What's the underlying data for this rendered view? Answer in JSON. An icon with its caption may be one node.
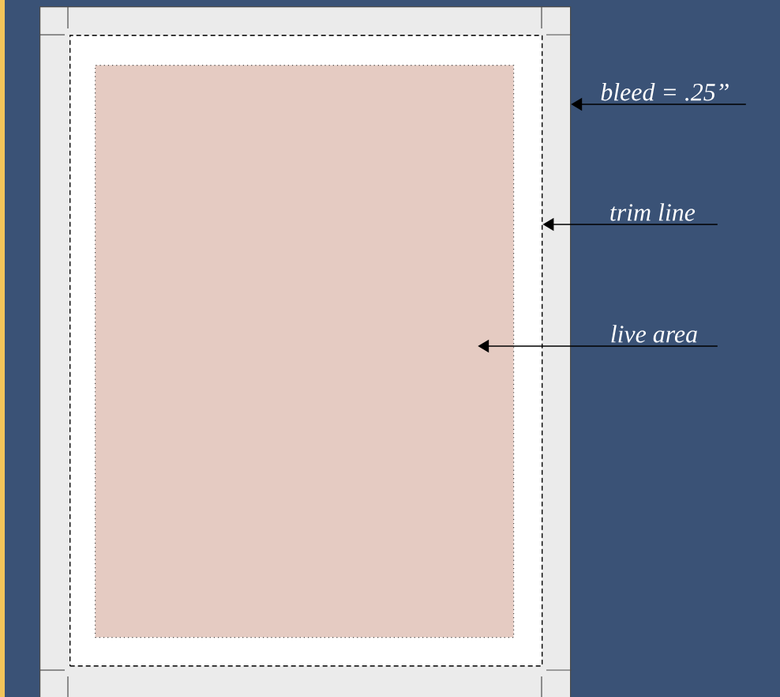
{
  "diagram": {
    "nodes": [
      {
        "text": [],
        "shape": "box"
      },
      {
        "text": [],
        "shape": "box",
        "in": 0
      },
      {
        "text": [],
        "shape": "box",
        "in": 1
      },
      {
        "text": [
          "bleed = .25”"
        ]
      },
      {
        "text": [
          "trim line"
        ]
      },
      {
        "text": [
          "live area"
        ]
      }
    ],
    "edges": [
      {
        "from": 3,
        "to": 0,
        "arrow": "to"
      },
      {
        "from": 4,
        "to": 1,
        "arrow": "to"
      },
      {
        "from": 5,
        "to": 2,
        "arrow": "to"
      }
    ]
  }
}
